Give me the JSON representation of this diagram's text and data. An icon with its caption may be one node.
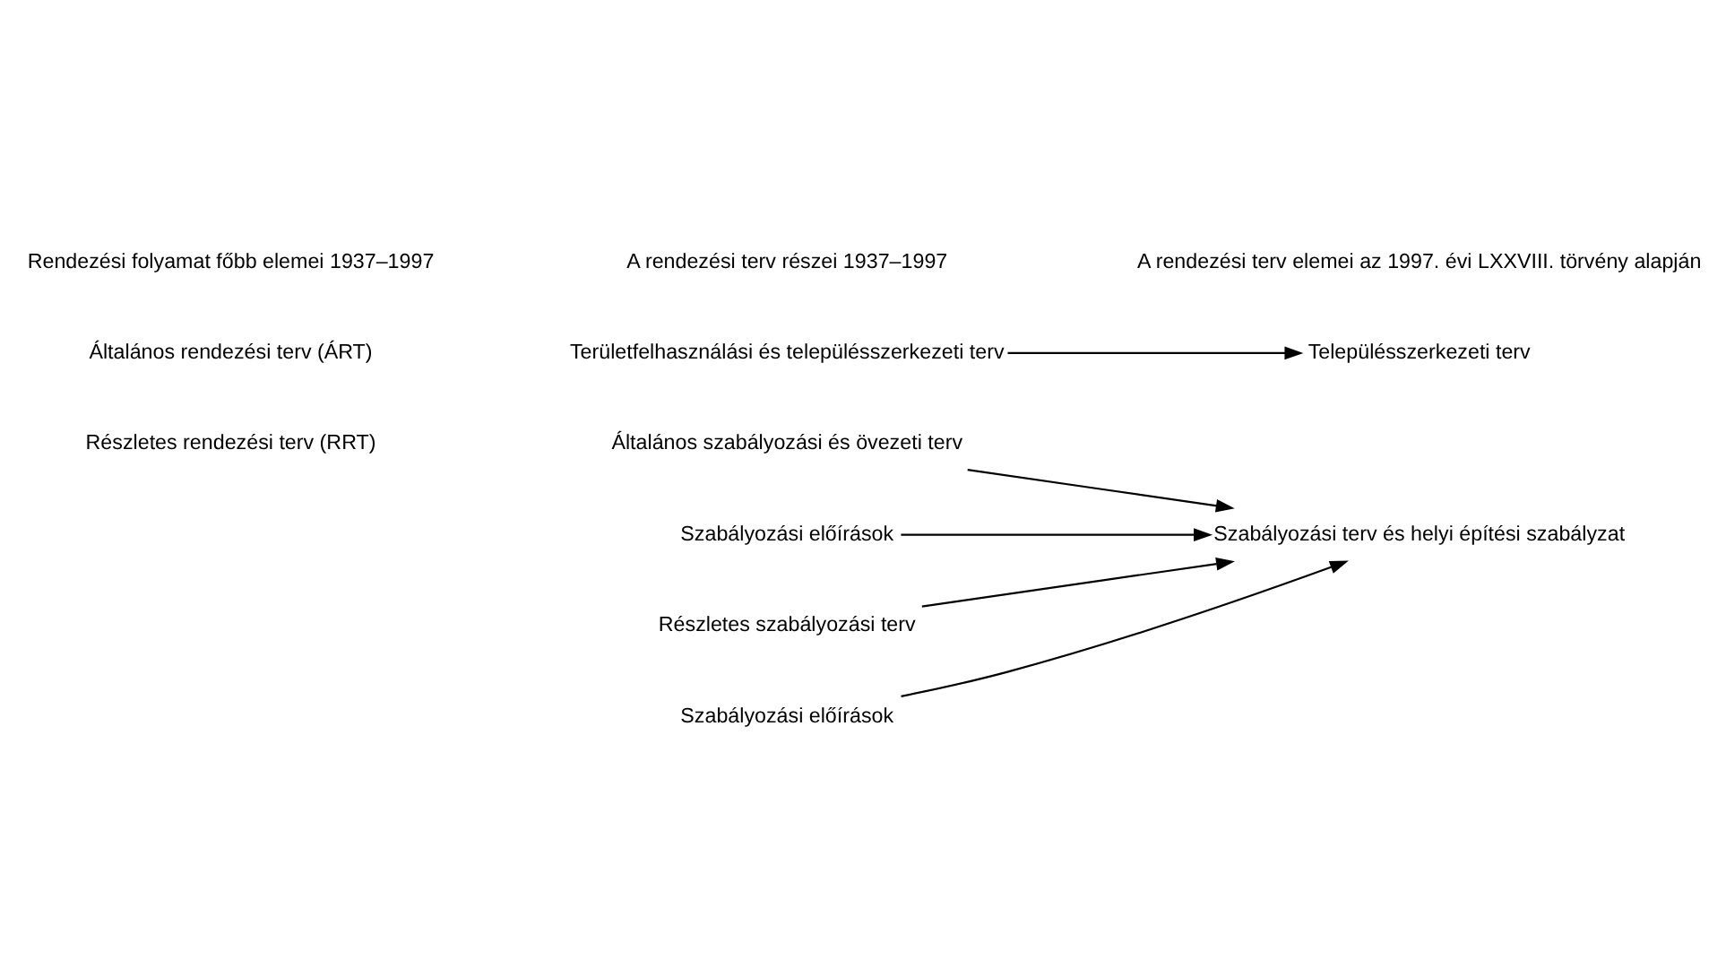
{
  "diagram": {
    "nodes": [
      {
        "text": [
          "Területfelhasználási és településszerkezeti terv"
        ]
      },
      {
        "text": [
          "Általános szabályozási és övezeti terv"
        ]
      },
      {
        "text": [
          "Szabályozási előírások"
        ]
      },
      {
        "text": [
          "Részletes szabályozási terv"
        ]
      },
      {
        "text": [
          "Szabályozási előírások"
        ]
      },
      {
        "text": [
          "Településszerkezeti terv"
        ]
      },
      {
        "text": [
          "Szabályozási terv és helyi építési szabályzat"
        ]
      }
    ],
    "edges": [
      {
        "from": 0,
        "to": 5,
        "arrow": "to"
      },
      {
        "from": 1,
        "to": 6,
        "arrow": "to"
      },
      {
        "from": 2,
        "to": 6,
        "arrow": "to"
      },
      {
        "from": 3,
        "to": 6,
        "arrow": "to"
      },
      {
        "from": 4,
        "to": 6,
        "arrow": "to"
      }
    ],
    "labels": [
      "Rendezési folyamat főbb elemei 1937–1997",
      "A rendezési terv részei 1937–1997",
      "A rendezési terv elemei az 1997. évi LXXVIII. törvény alapján",
      "Általános rendezési terv (ÁRT)",
      "Részletes rendezési terv (RRT)"
    ]
  }
}
